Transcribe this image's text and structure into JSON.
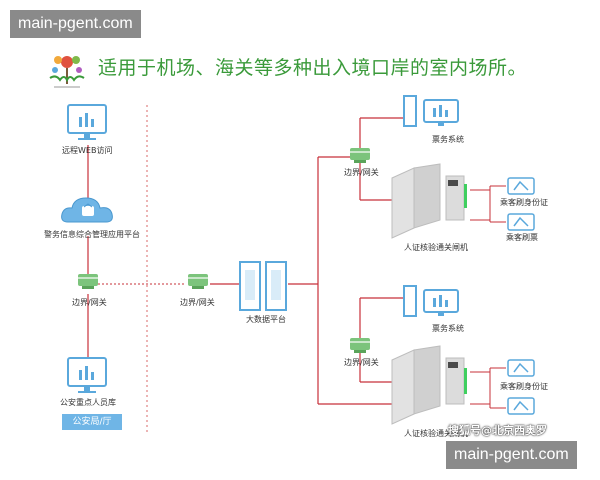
{
  "watermark": "main-pgent.com",
  "headline": "适用于机场、海关等多种出入境口岸的室内场所。",
  "credit": "搜狐号@北京西奥罗",
  "colors": {
    "line": "#c7303a",
    "icon": "#5aa8dc",
    "icon_dark": "#2a7fbf",
    "gate": "#d4d4d4",
    "headline": "#3a9a3a"
  },
  "nodes": {
    "remote_web": "远程WEB访问",
    "police_cloud": "警务信息综合管理应用平台",
    "gateway_left": "边界/网关",
    "key_db": "公安重点人员库",
    "ministry": "公安局/厅",
    "gateway_mid": "边界/网关",
    "bigdata": "大数据平台",
    "gateway_top": "边界/网关",
    "ticket_top": "票务系统",
    "id_top": "乘客刷身份证",
    "ticket_card_top": "乘客刷票",
    "gate_top": "人证核验通关闸机",
    "gateway_bot": "边界/网关",
    "ticket_bot": "票务系统",
    "id_bot": "乘客刷身份证",
    "gate_bot": "人证核验通关闸机"
  }
}
